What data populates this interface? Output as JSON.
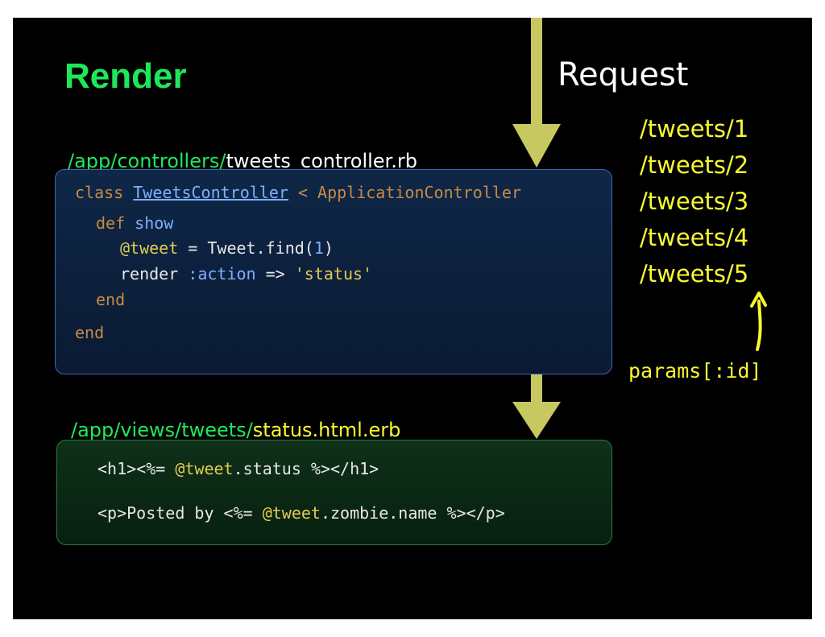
{
  "slide": {
    "title": "Render",
    "request_label": "Request",
    "routes": [
      "/tweets/1",
      "/tweets/2",
      "/tweets/3",
      "/tweets/4",
      "/tweets/5"
    ],
    "params_label": "params[:id]"
  },
  "controller": {
    "path_prefix": "/app/controllers/",
    "path_file": "tweets_controller.rb",
    "line1": {
      "kw": "class",
      "name": "TweetsController",
      "lt": " < ",
      "parent": "ApplicationController"
    },
    "line2": {
      "kw": "def",
      "name": " show"
    },
    "line3": {
      "ivar": "@tweet",
      "rest1": " = Tweet.find(",
      "num": "1",
      "rest2": ")"
    },
    "line4": {
      "call": "render",
      "sym": " :action",
      "arrow": " => ",
      "str": "'status'"
    },
    "line5": "end",
    "line6": "end"
  },
  "view": {
    "path_prefix": "/app/views/tweets/",
    "path_file": "status.html.erb",
    "line1": {
      "open": "<h1><%= ",
      "ivar": "@tweet",
      "rest": ".status %></h1>"
    },
    "line2": {
      "open": "<p>Posted by <%= ",
      "ivar": "@tweet",
      "rest": ".zombie.name %></p>"
    }
  },
  "colors": {
    "green": "#1ee85a",
    "yellow": "#f8f832",
    "arrow": "#c8c860"
  }
}
